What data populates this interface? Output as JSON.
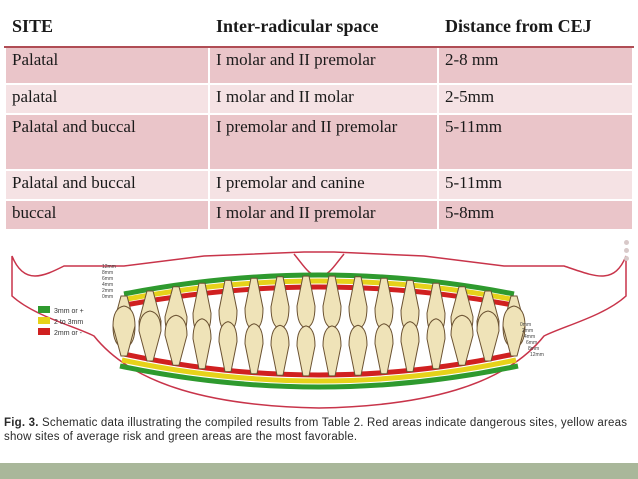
{
  "table": {
    "headers": [
      "SITE",
      "Inter-radicular space",
      "Distance from CEJ"
    ],
    "rows": [
      [
        "Palatal",
        "I molar and II premolar",
        "2-8 mm"
      ],
      [
        "palatal",
        "I molar and II molar",
        "2-5mm"
      ],
      [
        "Palatal and buccal",
        "I premolar and II premolar",
        "5-11mm"
      ],
      [
        "Palatal and buccal",
        "I premolar and canine",
        "5-11mm"
      ],
      [
        "buccal",
        "I molar and II premolar",
        "5-8mm"
      ]
    ]
  },
  "figure": {
    "legend": [
      {
        "label": "3mm or +",
        "color": "#2e9a2e"
      },
      {
        "label": "2 to 3mm",
        "color": "#e6d21a"
      },
      {
        "label": "2mm or -",
        "color": "#d02020"
      }
    ],
    "upper_scale": [
      "12mm",
      "8mm",
      "6mm",
      "4mm",
      "2mm",
      "0mm"
    ],
    "lower_scale": [
      "0mm",
      "2mm",
      "4mm",
      "6mm",
      "8mm",
      "12mm"
    ],
    "caption_label": "Fig. 3.",
    "caption_text": "Schematic data illustrating the compiled results from Table 2. Red areas indicate dangerous sites, yellow areas show sites of average risk and green areas are the most favorable."
  },
  "colors": {
    "row_dark": "#eac5c9",
    "row_light": "#f5e2e4",
    "border": "#b04d55",
    "bottom_bar": "#a9b79a"
  }
}
